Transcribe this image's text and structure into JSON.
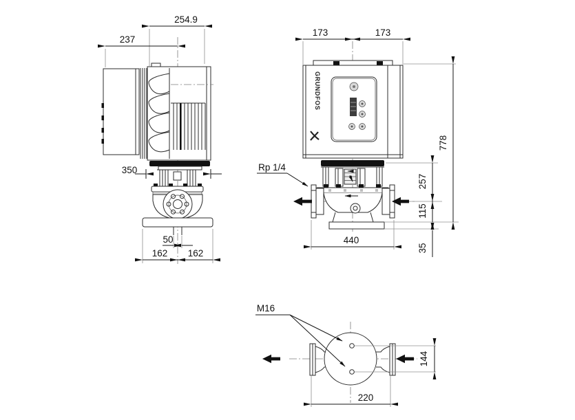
{
  "drawing": {
    "brand": "GRUNDFOS",
    "side_view": {
      "dim_width_overall": "254.9",
      "dim_width_motor": "237",
      "dim_clamp_width": "350",
      "dim_port_width": "50",
      "dim_foot_left": "162",
      "dim_foot_right": "162"
    },
    "front_view": {
      "dim_half_left": "173",
      "dim_half_right": "173",
      "dim_height_total": "778",
      "dim_motor_to_axis": "257",
      "dim_axis_to_base": "115",
      "dim_below_base": "35",
      "dim_flange_span": "440",
      "label_gauge_port": "Rp 1/4"
    },
    "top_view": {
      "label_bolt_holes": "M16",
      "dim_spacing_x": "220",
      "dim_spacing_y": "144"
    }
  }
}
